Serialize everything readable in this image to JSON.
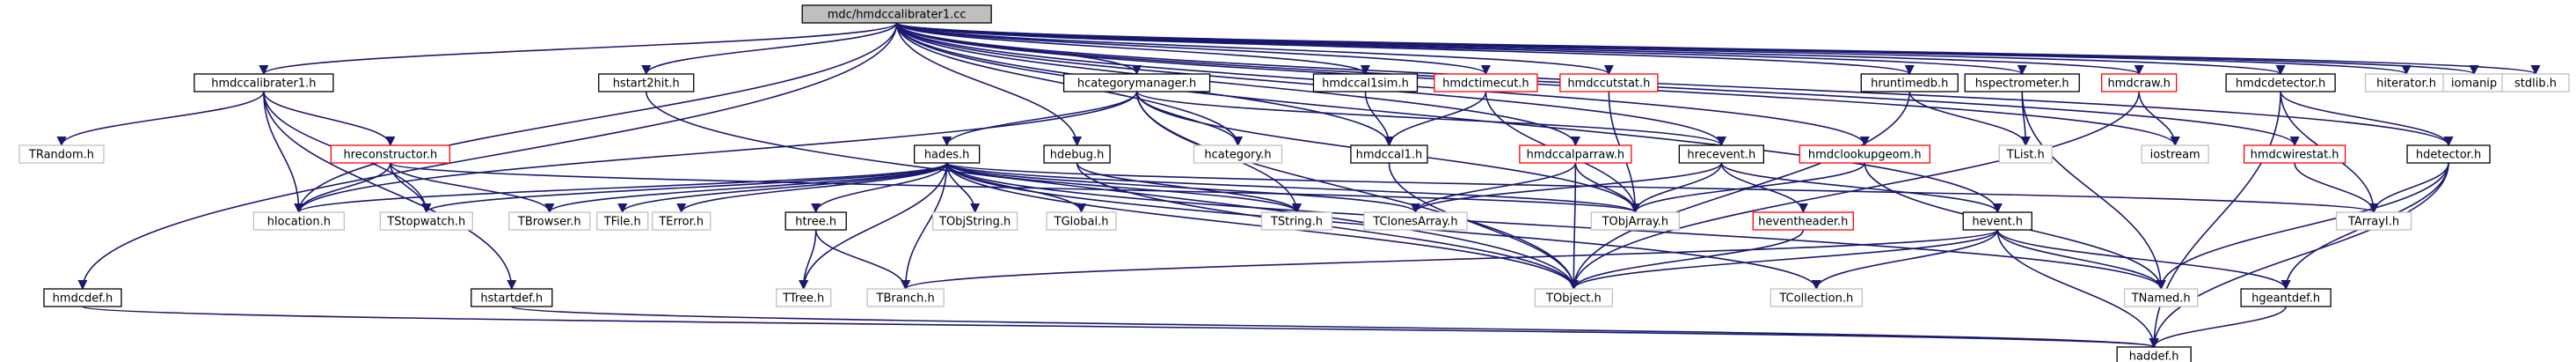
{
  "title": "mdc/hmdccalibrater1.cc",
  "colors": {
    "root_fill": "#bfbfbf",
    "local_border": "#000000",
    "external_border": "#c0c0c0",
    "no_doc_border": "#ff0000",
    "edge": "#191970"
  },
  "nodes": [
    {
      "id": "root",
      "label": "mdc/hmdccalibrater1.cc",
      "kind": "root"
    },
    {
      "id": "hmdccalibrater1",
      "label": "hmdccalibrater1.h",
      "kind": "local"
    },
    {
      "id": "hstart2hit",
      "label": "hstart2hit.h",
      "kind": "local"
    },
    {
      "id": "hcategorymanager",
      "label": "hcategorymanager.h",
      "kind": "local"
    },
    {
      "id": "hmdccal1sim",
      "label": "hmdccal1sim.h",
      "kind": "local"
    },
    {
      "id": "hmdctimecut",
      "label": "hmdctimecut.h",
      "kind": "nodoc"
    },
    {
      "id": "hmdccutstat",
      "label": "hmdccutstat.h",
      "kind": "nodoc"
    },
    {
      "id": "hruntimedb",
      "label": "hruntimedb.h",
      "kind": "local"
    },
    {
      "id": "hspectrometer",
      "label": "hspectrometer.h",
      "kind": "local"
    },
    {
      "id": "hmdcraw",
      "label": "hmdcraw.h",
      "kind": "nodoc"
    },
    {
      "id": "hmdcdetector",
      "label": "hmdcdetector.h",
      "kind": "local"
    },
    {
      "id": "hiterator",
      "label": "hiterator.h",
      "kind": "external"
    },
    {
      "id": "iomanip",
      "label": "iomanip",
      "kind": "external"
    },
    {
      "id": "stdlib",
      "label": "stdlib.h",
      "kind": "external"
    },
    {
      "id": "TRandom",
      "label": "TRandom.h",
      "kind": "external"
    },
    {
      "id": "hreconstructor",
      "label": "hreconstructor.h",
      "kind": "nodoc"
    },
    {
      "id": "hades",
      "label": "hades.h",
      "kind": "local"
    },
    {
      "id": "hdebug",
      "label": "hdebug.h",
      "kind": "local"
    },
    {
      "id": "hcategory",
      "label": "hcategory.h",
      "kind": "external"
    },
    {
      "id": "hmdccal1",
      "label": "hmdccal1.h",
      "kind": "local"
    },
    {
      "id": "hmdccalparraw",
      "label": "hmdccalparraw.h",
      "kind": "nodoc"
    },
    {
      "id": "hrecevent",
      "label": "hrecevent.h",
      "kind": "local"
    },
    {
      "id": "hmdclookupgeom",
      "label": "hmdclookupgeom.h",
      "kind": "nodoc"
    },
    {
      "id": "TList",
      "label": "TList.h",
      "kind": "external"
    },
    {
      "id": "iostream",
      "label": "iostream",
      "kind": "external"
    },
    {
      "id": "hmdcwirestat",
      "label": "hmdcwirestat.h",
      "kind": "nodoc"
    },
    {
      "id": "hdetector",
      "label": "hdetector.h",
      "kind": "local"
    },
    {
      "id": "hlocation",
      "label": "hlocation.h",
      "kind": "external"
    },
    {
      "id": "TStopwatch",
      "label": "TStopwatch.h",
      "kind": "external"
    },
    {
      "id": "TBrowser",
      "label": "TBrowser.h",
      "kind": "external"
    },
    {
      "id": "TFile",
      "label": "TFile.h",
      "kind": "external"
    },
    {
      "id": "TError",
      "label": "TError.h",
      "kind": "external"
    },
    {
      "id": "htree",
      "label": "htree.h",
      "kind": "local"
    },
    {
      "id": "TObjString",
      "label": "TObjString.h",
      "kind": "external"
    },
    {
      "id": "TGlobal",
      "label": "TGlobal.h",
      "kind": "external"
    },
    {
      "id": "TString",
      "label": "TString.h",
      "kind": "external"
    },
    {
      "id": "TClonesArray",
      "label": "TClonesArray.h",
      "kind": "external"
    },
    {
      "id": "TObjArray",
      "label": "TObjArray.h",
      "kind": "external"
    },
    {
      "id": "heventheader",
      "label": "heventheader.h",
      "kind": "nodoc"
    },
    {
      "id": "TArrayI",
      "label": "TArrayI.h",
      "kind": "external"
    },
    {
      "id": "hevent",
      "label": "hevent.h",
      "kind": "local"
    },
    {
      "id": "hmdcdef",
      "label": "hmdcdef.h",
      "kind": "local"
    },
    {
      "id": "hstartdef",
      "label": "hstartdef.h",
      "kind": "local"
    },
    {
      "id": "TTree",
      "label": "TTree.h",
      "kind": "external"
    },
    {
      "id": "TBranch",
      "label": "TBranch.h",
      "kind": "external"
    },
    {
      "id": "TObject",
      "label": "TObject.h",
      "kind": "external"
    },
    {
      "id": "TCollection",
      "label": "TCollection.h",
      "kind": "external"
    },
    {
      "id": "TNamed",
      "label": "TNamed.h",
      "kind": "external"
    },
    {
      "id": "hgeantdef",
      "label": "hgeantdef.h",
      "kind": "local"
    },
    {
      "id": "haddef",
      "label": "haddef.h",
      "kind": "local"
    }
  ],
  "edges": [
    [
      "root",
      "hmdccalibrater1"
    ],
    [
      "root",
      "hstart2hit"
    ],
    [
      "root",
      "hcategorymanager"
    ],
    [
      "root",
      "hmdccal1sim"
    ],
    [
      "root",
      "hmdctimecut"
    ],
    [
      "root",
      "hmdccutstat"
    ],
    [
      "root",
      "hruntimedb"
    ],
    [
      "root",
      "hspectrometer"
    ],
    [
      "root",
      "hmdcraw"
    ],
    [
      "root",
      "hmdcdetector"
    ],
    [
      "root",
      "hiterator"
    ],
    [
      "root",
      "iomanip"
    ],
    [
      "root",
      "stdlib"
    ],
    [
      "root",
      "hdebug"
    ],
    [
      "root",
      "hcategory"
    ],
    [
      "root",
      "hmdccal1"
    ],
    [
      "root",
      "hmdccalparraw"
    ],
    [
      "root",
      "hrecevent"
    ],
    [
      "root",
      "hmdclookupgeom"
    ],
    [
      "root",
      "iostream"
    ],
    [
      "root",
      "hmdcwirestat"
    ],
    [
      "root",
      "hdetector"
    ],
    [
      "root",
      "hlocation"
    ],
    [
      "root",
      "hevent"
    ],
    [
      "root",
      "hmdcdef"
    ],
    [
      "hmdccalibrater1",
      "TRandom"
    ],
    [
      "hmdccalibrater1",
      "hreconstructor"
    ],
    [
      "hmdccalibrater1",
      "hlocation"
    ],
    [
      "hmdccalibrater1",
      "hstartdef"
    ],
    [
      "hmdccalibrater1",
      "TStopwatch"
    ],
    [
      "hstart2hit",
      "TObject"
    ],
    [
      "hcategorymanager",
      "hades"
    ],
    [
      "hcategorymanager",
      "hcategory"
    ],
    [
      "hcategorymanager",
      "hrecevent"
    ],
    [
      "hcategorymanager",
      "TObjArray"
    ],
    [
      "hcategorymanager",
      "TString"
    ],
    [
      "hcategorymanager",
      "hlocation"
    ],
    [
      "hcategorymanager",
      "TObject"
    ],
    [
      "hmdccal1sim",
      "hmdccal1"
    ],
    [
      "hmdctimecut",
      "hmdccal1"
    ],
    [
      "hmdctimecut",
      "TObjArray"
    ],
    [
      "hmdccutstat",
      "TObjArray"
    ],
    [
      "hruntimedb",
      "TList"
    ],
    [
      "hruntimedb",
      "TObject"
    ],
    [
      "hspectrometer",
      "TList"
    ],
    [
      "hspectrometer",
      "TNamed"
    ],
    [
      "hmdcraw",
      "iostream"
    ],
    [
      "hmdcraw",
      "TObject"
    ],
    [
      "hmdcdetector",
      "hdetector"
    ],
    [
      "hmdcdetector",
      "TArrayI"
    ],
    [
      "hmdcdetector",
      "haddef"
    ],
    [
      "hreconstructor",
      "hlocation"
    ],
    [
      "hreconstructor",
      "TStopwatch"
    ],
    [
      "hreconstructor",
      "TBrowser"
    ],
    [
      "hreconstructor",
      "TObjArray"
    ],
    [
      "hades",
      "hlocation"
    ],
    [
      "hades",
      "TStopwatch"
    ],
    [
      "hades",
      "TBrowser"
    ],
    [
      "hades",
      "TFile"
    ],
    [
      "hades",
      "TError"
    ],
    [
      "hades",
      "htree"
    ],
    [
      "hades",
      "TObjString"
    ],
    [
      "hades",
      "TGlobal"
    ],
    [
      "hades",
      "TString"
    ],
    [
      "hades",
      "TClonesArray"
    ],
    [
      "hades",
      "TObjArray"
    ],
    [
      "hades",
      "TArrayI"
    ],
    [
      "hades",
      "TTree"
    ],
    [
      "hades",
      "TBranch"
    ],
    [
      "hades",
      "TObject"
    ],
    [
      "hades",
      "TCollection"
    ],
    [
      "hades",
      "TNamed"
    ],
    [
      "hdebug",
      "TString"
    ],
    [
      "hdebug",
      "TObject"
    ],
    [
      "hmdccal1",
      "TObject"
    ],
    [
      "hmdccalparraw",
      "TObjArray"
    ],
    [
      "hmdccalparraw",
      "TClonesArray"
    ],
    [
      "hmdccalparraw",
      "TObject"
    ],
    [
      "hrecevent",
      "TObjArray"
    ],
    [
      "hrecevent",
      "TClonesArray"
    ],
    [
      "hrecevent",
      "heventheader"
    ],
    [
      "hrecevent",
      "hevent"
    ],
    [
      "hmdclookupgeom",
      "TObjArray"
    ],
    [
      "hmdclookupgeom",
      "TNamed"
    ],
    [
      "hmdcwirestat",
      "TArrayI"
    ],
    [
      "hdetector",
      "TArrayI"
    ],
    [
      "hdetector",
      "TNamed"
    ],
    [
      "hdetector",
      "hgeantdef"
    ],
    [
      "hdetector",
      "haddef"
    ],
    [
      "htree",
      "TTree"
    ],
    [
      "htree",
      "TBranch"
    ],
    [
      "heventheader",
      "TObject"
    ],
    [
      "hevent",
      "TObject"
    ],
    [
      "hevent",
      "TCollection"
    ],
    [
      "hevent",
      "TNamed"
    ],
    [
      "hevent",
      "hgeantdef"
    ],
    [
      "hevent",
      "haddef"
    ],
    [
      "hevent",
      "TBranch"
    ],
    [
      "hmdcdef",
      "haddef"
    ],
    [
      "hstartdef",
      "haddef"
    ],
    [
      "hgeantdef",
      "haddef"
    ]
  ]
}
